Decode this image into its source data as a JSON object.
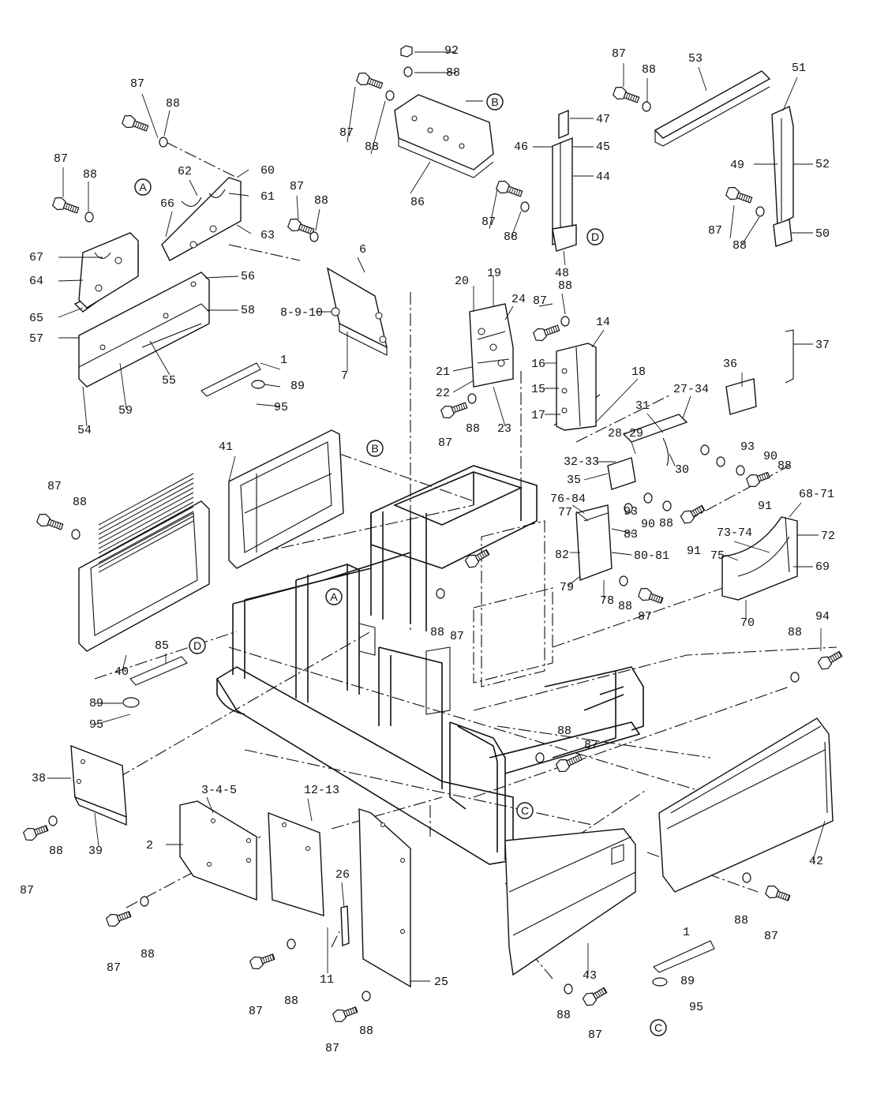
{
  "labels": {
    "l1a": "1",
    "l1b": "1",
    "l2": "2",
    "l345": "3-4-5",
    "l6": "6",
    "l7": "7",
    "l8910": "8-9-10",
    "l11": "11",
    "l1213": "12-13",
    "l14": "14",
    "l15": "15",
    "l16": "16",
    "l17": "17",
    "l18": "18",
    "l19": "19",
    "l20": "20",
    "l21": "21",
    "l22": "22",
    "l23": "23",
    "l24": "24",
    "l25": "25",
    "l26": "26",
    "l2729": "28-29",
    "l2734": "27-34",
    "l30": "30",
    "l31": "31",
    "l3233": "32-33",
    "l35": "35",
    "l36": "36",
    "l37": "37",
    "l38": "38",
    "l39": "39",
    "l40": "40",
    "l41": "41",
    "l42": "42",
    "l43": "43",
    "l44": "44",
    "l45": "45",
    "l46": "46",
    "l47": "47",
    "l48": "48",
    "l49": "49",
    "l50": "50",
    "l51": "51",
    "l52": "52",
    "l53": "53",
    "l54": "54",
    "l55": "55",
    "l56": "56",
    "l57": "57",
    "l58": "58",
    "l59": "59",
    "l60": "60",
    "l61": "61",
    "l62": "62",
    "l63": "63",
    "l64": "64",
    "l65": "65",
    "l66": "66",
    "l67": "67",
    "l6871": "68-71",
    "l69": "69",
    "l70": "70",
    "l72": "72",
    "l7374": "73-74",
    "l75": "75",
    "l7684": "76-84",
    "l77": "77",
    "l78": "78",
    "l79": "79",
    "l8081": "80-81",
    "l82": "82",
    "l83": "83",
    "l85": "85",
    "l86": "86",
    "l94": "94",
    "l92": "92",
    "p87": "87",
    "p88": "88",
    "p89": "89",
    "p90": "90",
    "p91": "91",
    "p93": "93",
    "p95": "95"
  },
  "callouts": {
    "a": "A",
    "b": "B",
    "c": "C",
    "d": "D"
  }
}
